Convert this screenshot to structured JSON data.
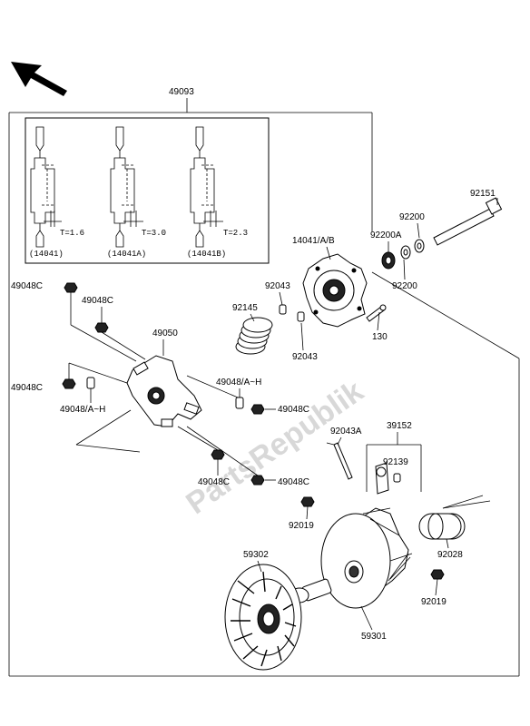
{
  "watermark": "PartsRepublik",
  "assembly_label": "49093",
  "inset": {
    "variants": [
      {
        "thickness": "T=1.6",
        "part": "(14041)"
      },
      {
        "thickness": "T=3.0",
        "part": "(14041A)"
      },
      {
        "thickness": "T=2.3",
        "part": "(14041B)"
      }
    ]
  },
  "callouts": {
    "c92151": "92151",
    "c92200_top": "92200",
    "c92200A": "92200A",
    "c14041AB": "14041/A/B",
    "c92200_bot": "92200",
    "c92043_a": "92043",
    "c92145": "92145",
    "c92043_b": "92043",
    "c130": "130",
    "c49048C_1": "49048C",
    "c49048C_2": "49048C",
    "c49050": "49050",
    "c49048C_3": "49048C",
    "c49048AH_1": "49048/A~H",
    "c49048AH_2": "49048/A~H",
    "c49048C_4": "49048C",
    "c49048C_5": "49048C",
    "c49048C_6": "49048C",
    "c92043A": "92043A",
    "c39152": "39152",
    "c92139": "92139",
    "c92019_a": "92019",
    "c92028": "92028",
    "c59302": "59302",
    "c92019_b": "92019",
    "c59301": "59301"
  }
}
